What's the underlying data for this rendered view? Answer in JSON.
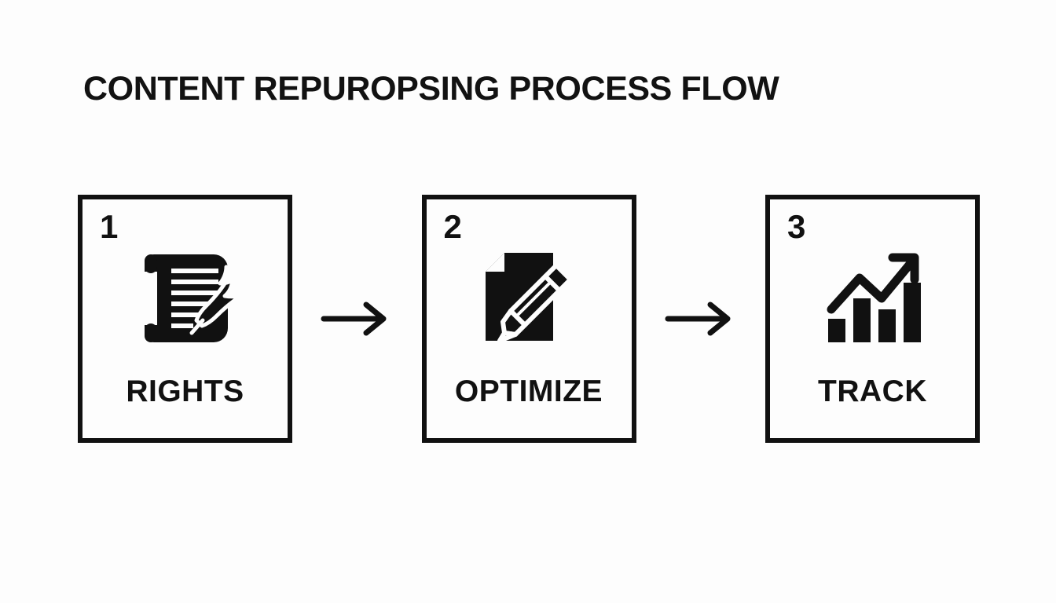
{
  "page": {
    "title": "CONTENT REPUROPSING PROCESS FLOW",
    "background_color": "#fdfdfd",
    "ink_color": "#111111"
  },
  "flow": {
    "connector_icon": "arrow-right-icon",
    "steps": [
      {
        "number": "1",
        "label": "RIGHTS",
        "icon": "scroll-quill-icon"
      },
      {
        "number": "2",
        "label": "OPTIMIZE",
        "icon": "document-pencil-icon"
      },
      {
        "number": "3",
        "label": "TRACK",
        "icon": "growth-chart-arrow-icon"
      }
    ]
  }
}
